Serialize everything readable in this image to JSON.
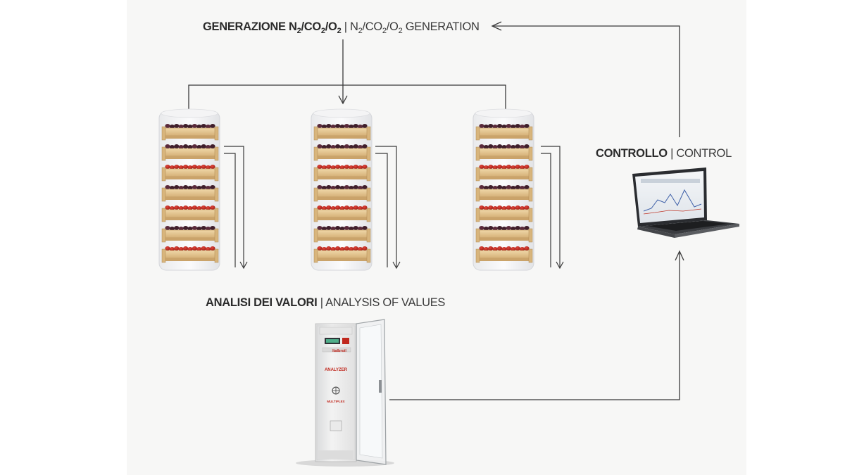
{
  "labels": {
    "generation": {
      "it": "GENERAZIONE",
      "gas": {
        "n": "N",
        "n_sub": "2",
        "co": "CO",
        "co_sub": "2",
        "o": "O",
        "o_sub": "2"
      },
      "separator": "|",
      "en": "GENERATION"
    },
    "control": {
      "it": "CONTROLLO",
      "separator": "|",
      "en": "CONTROL"
    },
    "analysis": {
      "it": "ANALISI DEI VALORI",
      "separator": "|",
      "en": "ANALYSIS OF VALUES"
    }
  },
  "cabinet": {
    "brand": "Italbroil",
    "model": "ANALYZER",
    "badge": "MULTIPLEX"
  },
  "icons": [
    "fruit-crate-stack",
    "gas-analyzer-cabinet",
    "laptop",
    "flow-arrow"
  ],
  "colors": {
    "line": "#3a3a3a",
    "crate_wood": "#e3c58f",
    "fruit_red": "#c7281e",
    "berry_dark": "#4a2130",
    "brand_red": "#c0281e"
  }
}
